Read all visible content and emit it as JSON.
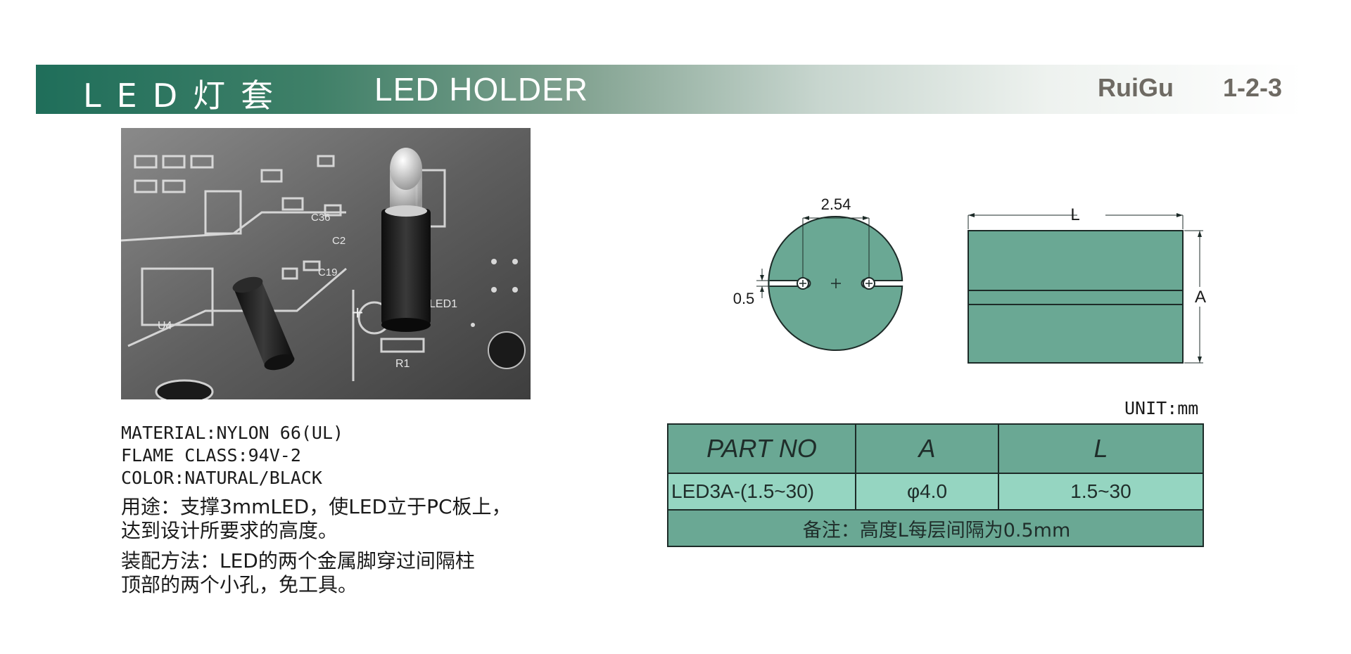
{
  "header": {
    "title_cn": "LED灯套",
    "title_en": "LED HOLDER",
    "brand": "RuiGu",
    "page_number": "1-2-3"
  },
  "photo": {
    "labels": [
      "C36",
      "C2",
      "C19",
      "U4",
      "LED1",
      "R1",
      "+"
    ]
  },
  "specs": {
    "material": "MATERIAL:NYLON 66(UL)",
    "flame_class": "FLAME CLASS:94V-2",
    "color": "COLOR:NATURAL/BLACK"
  },
  "notes": {
    "usage_line1": "用途：支撑3mmLED，使LED立于PC板上，",
    "usage_line2": "达到设计所要求的高度。",
    "assembly_line1": "装配方法：LED的两个金属脚穿过间隔柱",
    "assembly_line2": "顶部的两个小孔，免工具。"
  },
  "drawing": {
    "pitch_label": "2.54",
    "slot_label": "0.5",
    "length_label": "L",
    "height_label": "A",
    "fill_color": "#6aa894"
  },
  "table": {
    "unit": "UNIT:mm",
    "headers": [
      "PART NO",
      "A",
      "L"
    ],
    "rows": [
      [
        "LED3A-(1.5~30)",
        "φ4.0",
        "1.5~30"
      ]
    ],
    "footnote": "备注：高度L每层间隔为0.5mm"
  }
}
